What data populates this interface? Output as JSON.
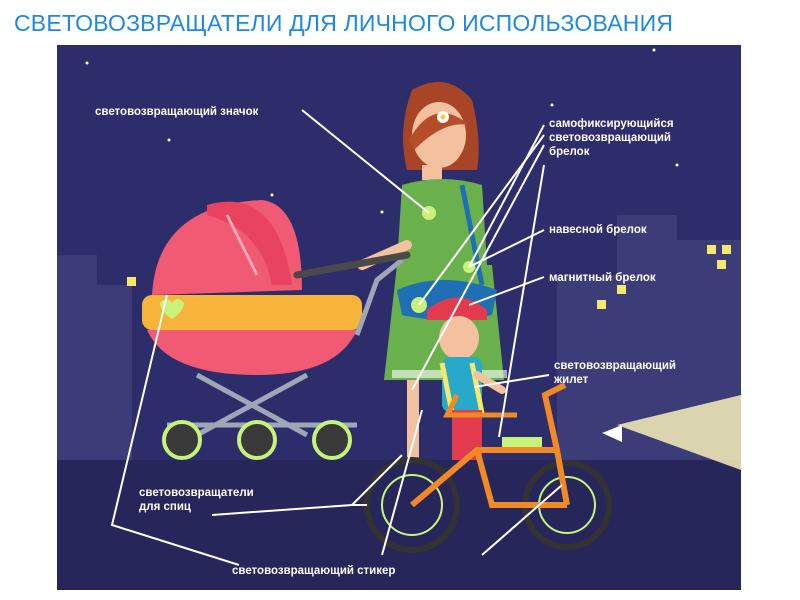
{
  "title": "СВЕТОВОЗВРАЩАТЕЛИ ДЛЯ ЛИЧНОГО ИСПОЛЬЗОВАНИЯ",
  "labels": {
    "badge": "световозвращающий значок",
    "self_fix_keychain": "самофиксирующийся\nсветовозвращающий\nбрелок",
    "hanging_keychain": "навесной брелок",
    "magnetic_keychain": "магнитный брелок",
    "vest": "световозвращающий\nжилет",
    "spoke_reflectors": "световозвращатели\nдля спиц",
    "sticker": "световозвращающий стикер"
  },
  "colors": {
    "title": "#1e88e5",
    "night_sky": "#2e2d6b",
    "buildings": "#3b3c78",
    "window_light": "#f5e96a",
    "reflector": "#c9f27a",
    "stroller": "#f05a73",
    "dress": "#6ab04c",
    "bike_frame": "#f08a24",
    "helmet": "#e23b4e"
  }
}
